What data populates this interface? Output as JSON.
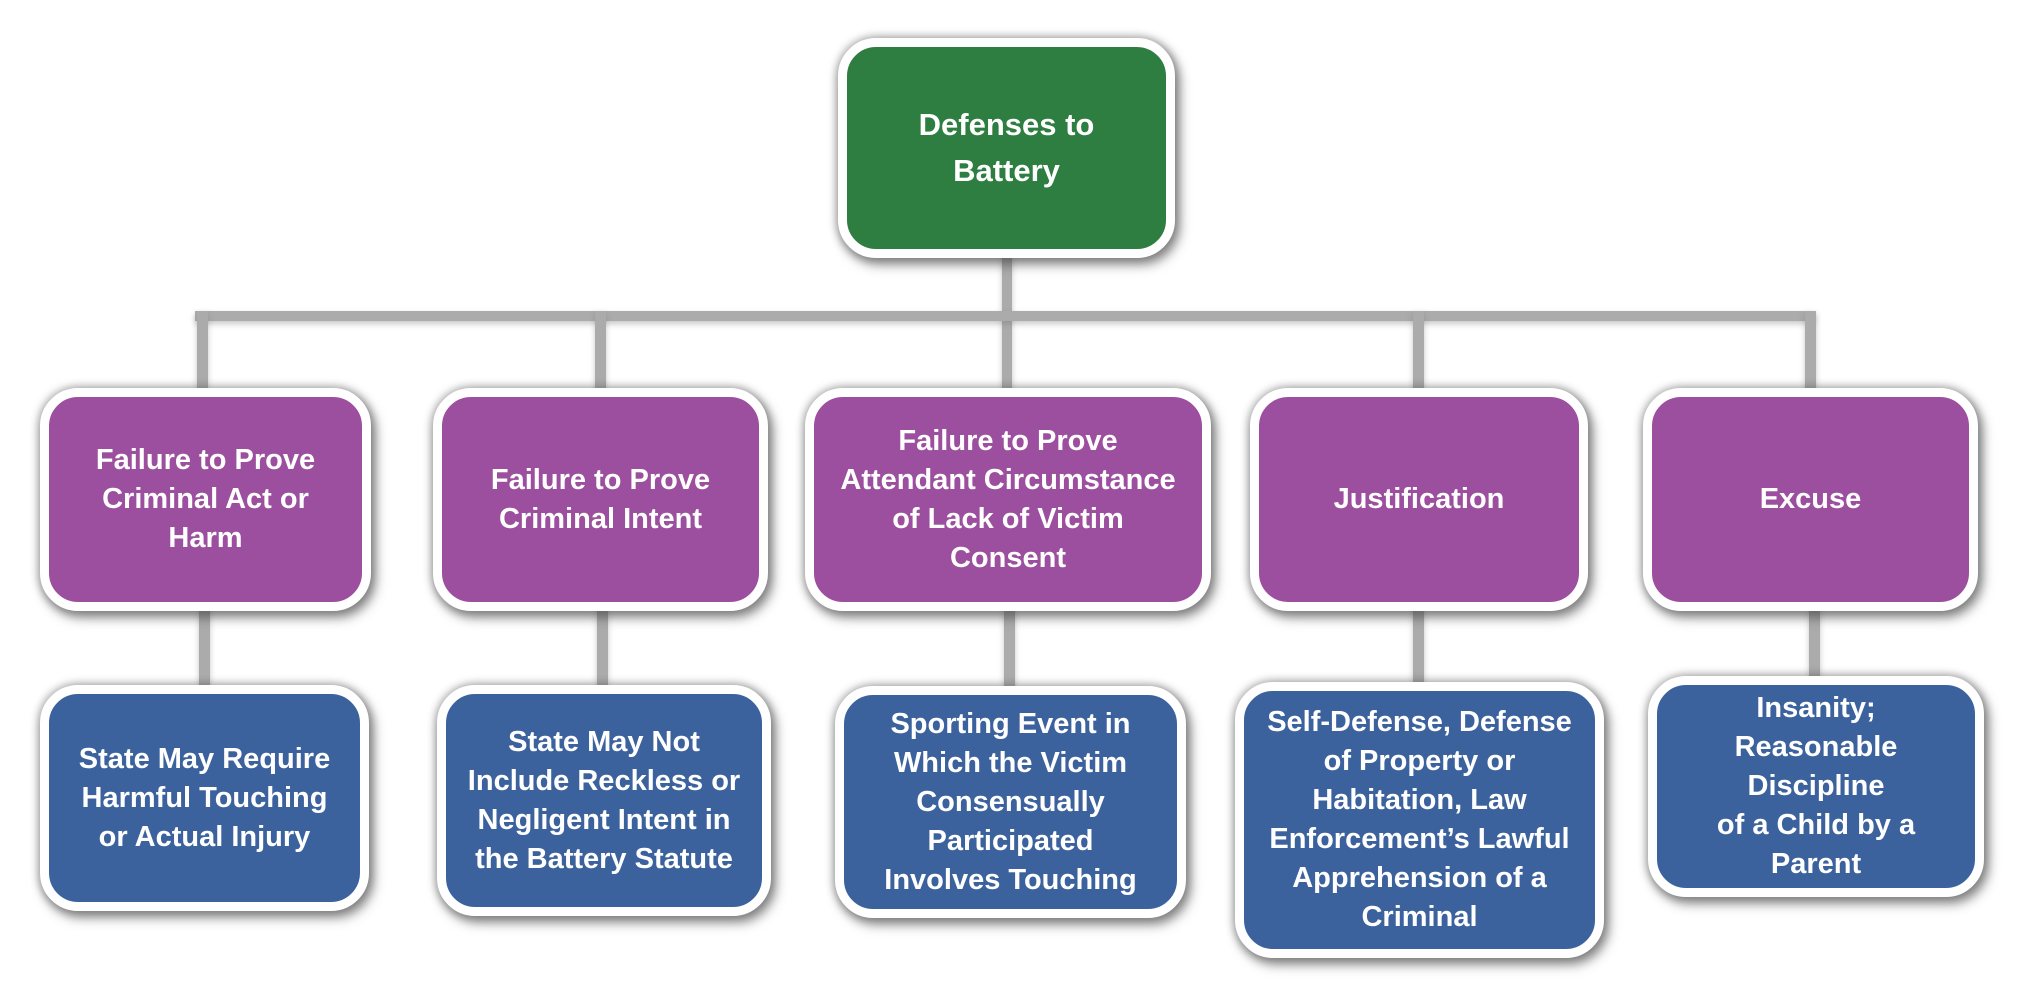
{
  "diagram_title": "Defenses to Battery",
  "colors": {
    "root_bg": "#2e7d41",
    "defense_bg": "#9c4f9e",
    "detail_bg": "#3c629e",
    "connector": "#ababab",
    "node_border": "#ffffff",
    "text": "#ffffff"
  },
  "nodes": {
    "root": {
      "label": "Defenses to\nBattery"
    },
    "defenses": [
      {
        "label": "Failure to Prove\nCriminal Act or\nHarm"
      },
      {
        "label": "Failure to Prove\nCriminal Intent"
      },
      {
        "label": "Failure to Prove\nAttendant Circumstance\nof Lack of Victim\nConsent"
      },
      {
        "label": "Justification"
      },
      {
        "label": "Excuse"
      }
    ],
    "details": [
      {
        "label": "State May Require\nHarmful Touching\nor Actual Injury"
      },
      {
        "label": "State May Not\nInclude Reckless or\nNegligent Intent in\nthe Battery Statute"
      },
      {
        "label": "Sporting Event in\nWhich the Victim\nConsensually\nParticipated\nInvolves Touching"
      },
      {
        "label": "Self-Defense, Defense\nof Property or\nHabitation, Law\nEnforcement’s Lawful\nApprehension of a\nCriminal"
      },
      {
        "label": "Insanity;\nReasonable\nDiscipline\nof a Child by a\nParent"
      }
    ]
  }
}
